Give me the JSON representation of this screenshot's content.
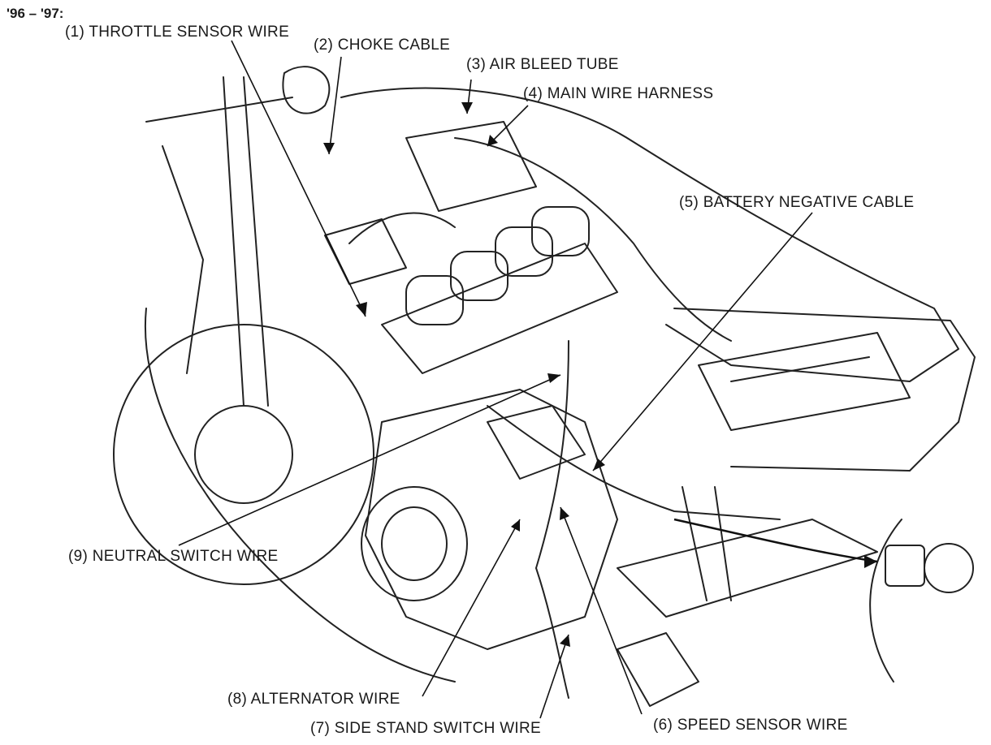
{
  "header": {
    "year_range": "'96 – '97:"
  },
  "callouts": [
    {
      "id": "throttle-sensor-wire",
      "text": "(1) THROTTLE SENSOR WIRE"
    },
    {
      "id": "choke-cable",
      "text": "(2) CHOKE CABLE"
    },
    {
      "id": "air-bleed-tube",
      "text": "(3) AIR BLEED TUBE"
    },
    {
      "id": "main-wire-harness",
      "text": "(4) MAIN WIRE HARNESS"
    },
    {
      "id": "battery-negative-cable",
      "text": "(5) BATTERY NEGATIVE CABLE"
    },
    {
      "id": "speed-sensor-wire",
      "text": "(6) SPEED SENSOR WIRE"
    },
    {
      "id": "side-stand-switch-wire",
      "text": "(7) SIDE STAND SWITCH WIRE"
    },
    {
      "id": "alternator-wire",
      "text": "(8) ALTERNATOR WIRE"
    },
    {
      "id": "neutral-switch-wire",
      "text": "(9) NEUTRAL SWITCH WIRE"
    }
  ]
}
